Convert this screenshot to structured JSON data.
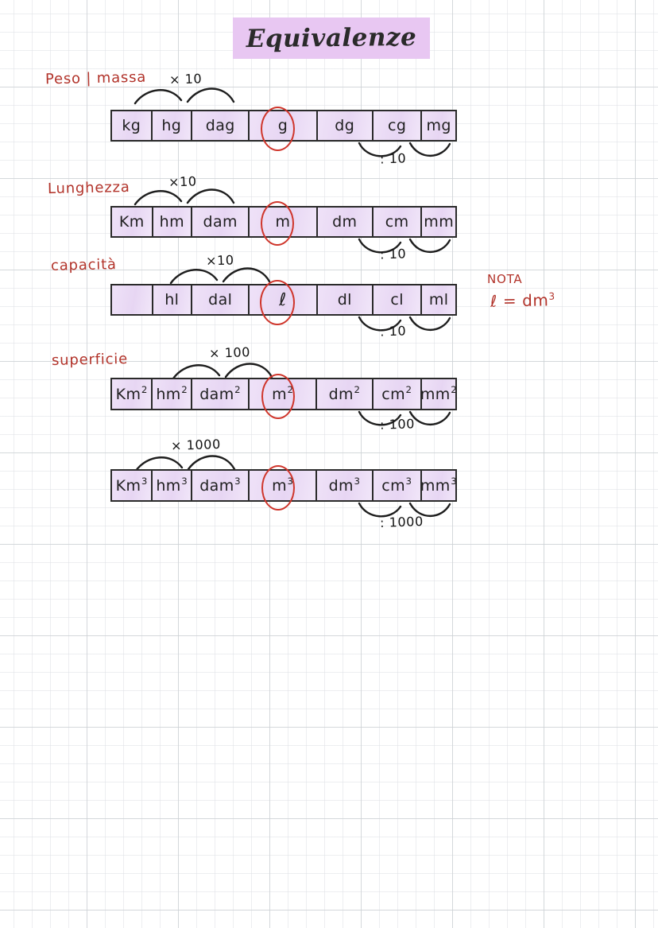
{
  "page": {
    "title": "Equivalenze",
    "paper": "grid",
    "highlight_color": "#e8c7f2",
    "ink_color": "#1f1f1f",
    "accent_red": "#b2332a",
    "circle_red": "#cf352b",
    "cell_fill": "#ede0f7"
  },
  "sections": [
    {
      "label": "Peso | massa",
      "multiply_label": "× 10",
      "divide_label": ": 10",
      "cells": [
        "kg",
        "hg",
        "dag",
        "g",
        "dg",
        "cg",
        "mg"
      ],
      "base_unit": "g",
      "base_index": 3
    },
    {
      "label": "Lunghezza",
      "multiply_label": "×10",
      "divide_label": ": 10",
      "cells": [
        "Km",
        "hm",
        "dam",
        "m",
        "dm",
        "cm",
        "mm"
      ],
      "base_unit": "m",
      "base_index": 3
    },
    {
      "label": "capacità",
      "multiply_label": "×10",
      "divide_label": ": 10",
      "cells": [
        "",
        "hl",
        "dal",
        "ℓ",
        "dl",
        "cl",
        "ml"
      ],
      "base_unit": "ℓ",
      "base_index": 3
    },
    {
      "label": "superficie",
      "multiply_label": "× 100",
      "divide_label": ": 100",
      "cells": [
        "Km2",
        "hm2",
        "dam2",
        "m2",
        "dm2",
        "cm2",
        "mm2"
      ],
      "base_unit": "m2",
      "base_index": 3
    },
    {
      "label": "",
      "multiply_label": "× 1000",
      "divide_label": ": 1000",
      "cells": [
        "Km3",
        "hm3",
        "dam3",
        "m3",
        "dm3",
        "cm3",
        "mm3"
      ],
      "base_unit": "m3",
      "base_index": 3
    }
  ],
  "note": {
    "title": "NOTA",
    "body": "ℓ = dm3"
  }
}
